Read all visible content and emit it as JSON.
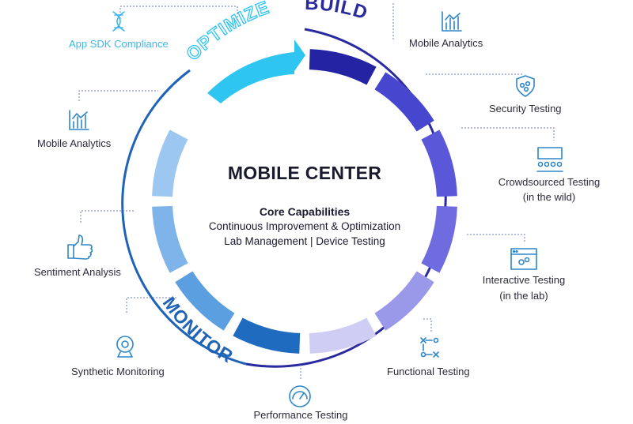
{
  "center": {
    "title": "MOBILE CENTER",
    "subtitle": "Core Capabilities",
    "line1": "Continuous Improvement & Optimization",
    "line2": "Lab Management | Device Testing"
  },
  "phases": {
    "build": "BUILD",
    "optimize": "OPTIMIZE",
    "monitor": "MONITOR"
  },
  "capabilities": {
    "app_sdk_compliance": "App SDK Compliance",
    "mobile_analytics_top": "Mobile Analytics",
    "security_testing": "Security Testing",
    "crowdsourced_line1": "Crowdsourced Testing",
    "crowdsourced_line2": "(in the wild)",
    "interactive_line1": "Interactive Testing",
    "interactive_line2": "(in the lab)",
    "functional_testing": "Functional Testing",
    "performance_testing": "Performance Testing",
    "synthetic_monitoring": "Synthetic Monitoring",
    "sentiment_analysis": "Sentiment Analysis",
    "mobile_analytics_left": "Mobile Analytics"
  },
  "colors": {
    "build": "#2a2aa0",
    "optimize": "#2ec5f0",
    "monitor": "#1f63b8",
    "segments": [
      "#2323a3",
      "#4646cf",
      "#5a58d9",
      "#6f6ce0",
      "#9a98e8",
      "#cfcdf4",
      "#1f6bc0",
      "#5b9fe0",
      "#7eb4ea",
      "#9cc7f0",
      "#2ec5f0"
    ],
    "icon": "#2f86c9",
    "cyan_label": "#3fb7e6"
  },
  "icons": [
    "dna-icon",
    "bar-chart-icon",
    "shield-icon",
    "crowd-icon",
    "window-icon",
    "flow-icon",
    "gauge-icon",
    "webcam-icon",
    "thumbs-up-icon",
    "bar-chart-icon"
  ]
}
